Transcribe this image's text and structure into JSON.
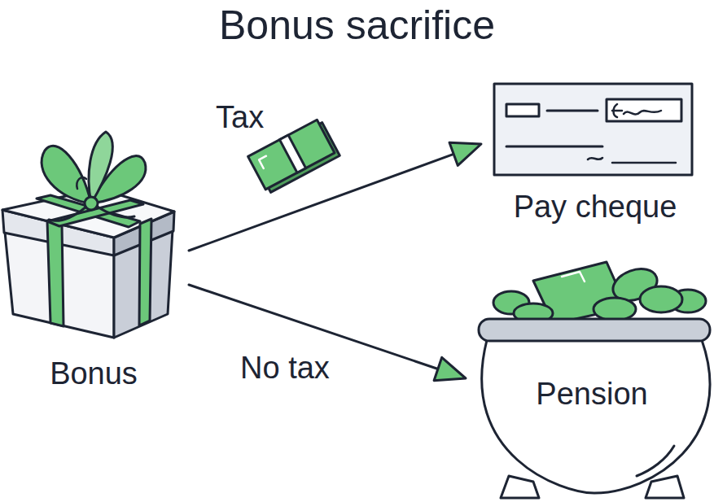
{
  "diagram": {
    "title": "Bonus sacrifice",
    "nodes": [
      {
        "text": [
          "Bonus"
        ]
      },
      {
        "text": [
          "Pay cheque"
        ]
      },
      {
        "text": [
          "Pension"
        ]
      }
    ],
    "edges": [
      {
        "from": 0,
        "to": 1,
        "label": "Tax",
        "arrow": "to"
      },
      {
        "from": 0,
        "to": 2,
        "label": "No tax",
        "arrow": "to"
      }
    ]
  }
}
